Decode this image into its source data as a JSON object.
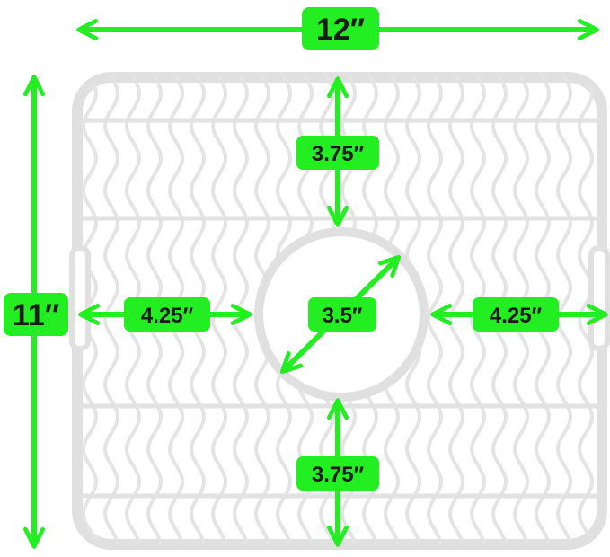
{
  "colors": {
    "accent": "#22ee22",
    "mat": "#e4e4e4",
    "mat_edge": "#d0d0d0",
    "text": "#1a1a1a"
  },
  "dimensions": {
    "width": "12″",
    "height": "11″",
    "top_to_hole": "3.75″",
    "bottom_to_hole": "3.75″",
    "left_to_hole": "4.25″",
    "right_to_hole": "4.25″",
    "hole_diameter": "3.5″"
  }
}
